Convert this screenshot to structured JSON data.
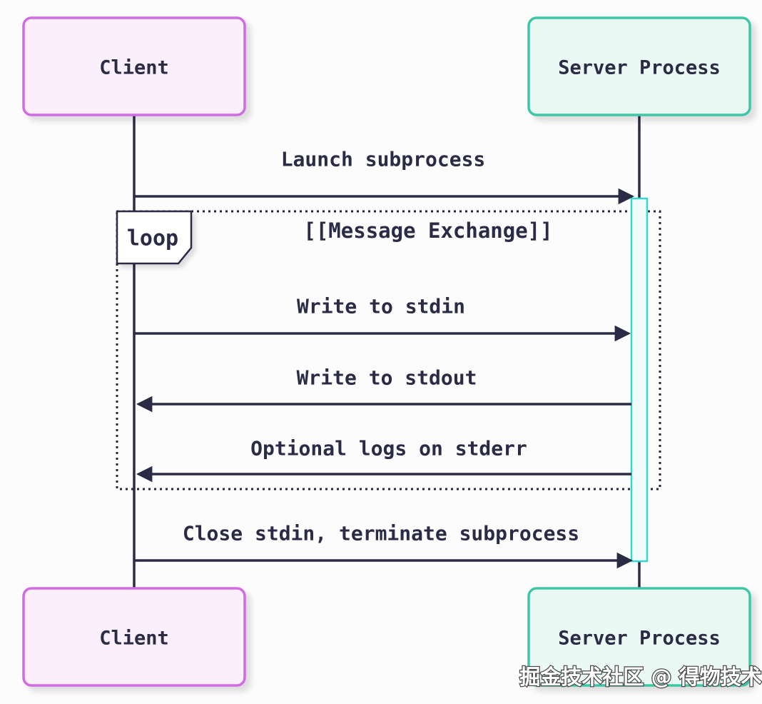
{
  "diagram": {
    "type": "sequence-diagram",
    "actors": [
      {
        "id": "client",
        "label": "Client"
      },
      {
        "id": "server",
        "label": "Server Process"
      }
    ],
    "messages": [
      {
        "label": "Launch subprocess",
        "from": "Client",
        "to": "Server Process",
        "direction": "right",
        "in_loop": false
      },
      {
        "label": "Write to stdin",
        "from": "Client",
        "to": "Server Process",
        "direction": "right",
        "in_loop": true
      },
      {
        "label": "Write to stdout",
        "from": "Server Process",
        "to": "Client",
        "direction": "left",
        "in_loop": true
      },
      {
        "label": "Optional logs on stderr",
        "from": "Server Process",
        "to": "Client",
        "direction": "left",
        "in_loop": true
      },
      {
        "label": "Close stdin, terminate subprocess",
        "from": "Client",
        "to": "Server Process",
        "direction": "right",
        "in_loop": false
      }
    ],
    "loop": {
      "label": "loop",
      "title": "[[Message Exchange]]"
    },
    "watermark": "掘金技术社区 @ 得物技术",
    "colors": {
      "background": "#FCFCFC",
      "line": "#2B2B45",
      "client_fill": "#FAEFFB",
      "client_border": "#D16BE3",
      "server_fill": "#EAF9F4",
      "server_border": "#3EC7A6",
      "activation_fill": "#F0FCF9",
      "activation_border": "#38D8CE",
      "loop_border": "#26263A"
    }
  }
}
